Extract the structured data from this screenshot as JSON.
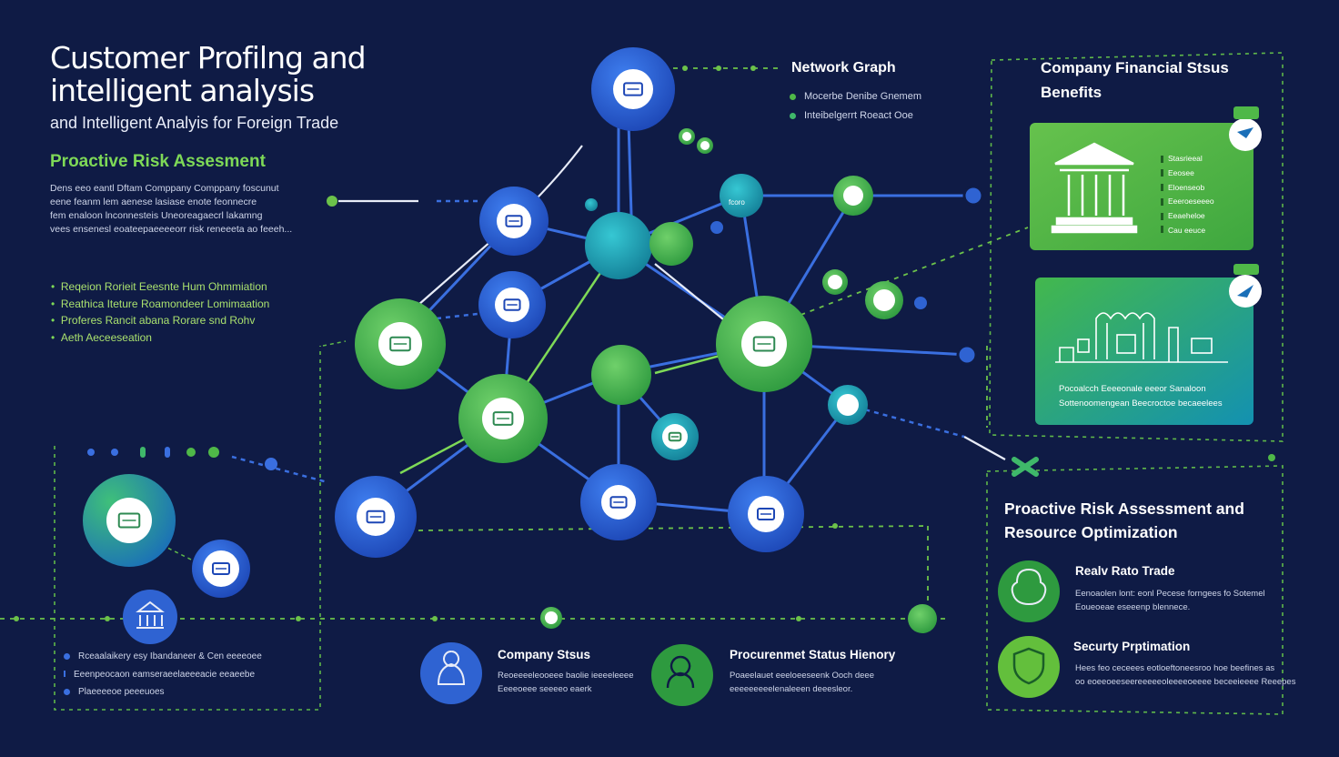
{
  "header": {
    "title_line1": "Customer Profilng and",
    "title_line2": "intelligent analysis",
    "subtitle": "and Intelligent Analyis for Foreign Trade",
    "section_heading": "Proactive Risk Assesment",
    "description": [
      "Dens eeo eantl Dftam Comppany Comppany foscunut",
      "eene feanm lem aenese lasiase enote feonnecre",
      "fem enaloon lnconnesteis Uneoreagaecrl lakamng",
      "vees ensenesl eoateepaeeeeorr risk reneeeta ao feeeh..."
    ],
    "bullets": [
      "Reqeion Rorieit Eeesnte Hum Ohmmiation",
      "Reathica Iteture Roamondeer Lomimaation",
      "Proferes Rancit abana Rorare snd Rohv",
      "Aeth Aeceeseation"
    ]
  },
  "network_legend": {
    "title": "Network Graph",
    "items": [
      "Mocerbe Denibe Gnemem",
      "Inteibelgerrt Roeact Ooe"
    ]
  },
  "financial_panel": {
    "title_line1": "Company Financial Stsus",
    "title_line2": "Benefits",
    "card1_items": [
      "Stasrieeal",
      "Eeosee",
      "Eloenseob",
      "Eeeroeseeeo",
      "Eeaeheloe",
      "Cau eeuce"
    ],
    "card2_text": [
      "Pocoalcch Eeeeonale eeeor Sanaloon",
      "Sottenoomengean Beecroctoe becaeelees"
    ]
  },
  "risk_panel": {
    "title_line1": "Proactive Risk Assessment and",
    "title_line2": "Resource Optimization",
    "items": [
      {
        "title": "Realv Rato Trade",
        "lines": [
          "Eenoaolen lont: eonl Pecese forngees fo Sotemel",
          "Eoueoeae eseeenp blennece."
        ]
      },
      {
        "title": "Securty Prptimation",
        "lines": [
          "Hees feo ceceees eotloeftoneesroo hoe beefines as",
          "oo eoeeoeeseereeeeeoleeeeoeeee beceeieeee Reeepes"
        ]
      }
    ]
  },
  "bottom_left": {
    "items": [
      "Rceaalaikery esy Ibandaneer & Cen eeeeoee",
      "Eeenpeocaon eamseraeelaeeeacie eeaeebe",
      "Plaeeeeoe peeeuoes"
    ]
  },
  "bottom_center": {
    "company_status": {
      "title": "Company Stsus",
      "lines": [
        "Reoeeeeleooeee baolie ieeeeleeee",
        "Eeeeoeee seeeeo eaerk"
      ]
    },
    "procurement": {
      "title": "Procurenmet Status Hienory",
      "lines": [
        "Poaeelauet eeeloeeseenk Ooch deee",
        "eeeeeeeeelenaleeen deeesleor."
      ]
    }
  },
  "node_labels": {
    "small_node": "fcoro"
  },
  "colors": {
    "background": "#0f1b45",
    "blue_node": "#2f63d2",
    "green_node": "#4fb848",
    "accent_green": "#7ed957",
    "teal": "#1ba6b8",
    "edge_blue": "#3a6fe0"
  },
  "icons": {
    "bank": "bank-icon",
    "store": "storefront-icon",
    "document": "document-icon",
    "globe": "globe-icon",
    "person": "person-icon",
    "brain": "brain-icon",
    "shield": "shield-icon"
  }
}
